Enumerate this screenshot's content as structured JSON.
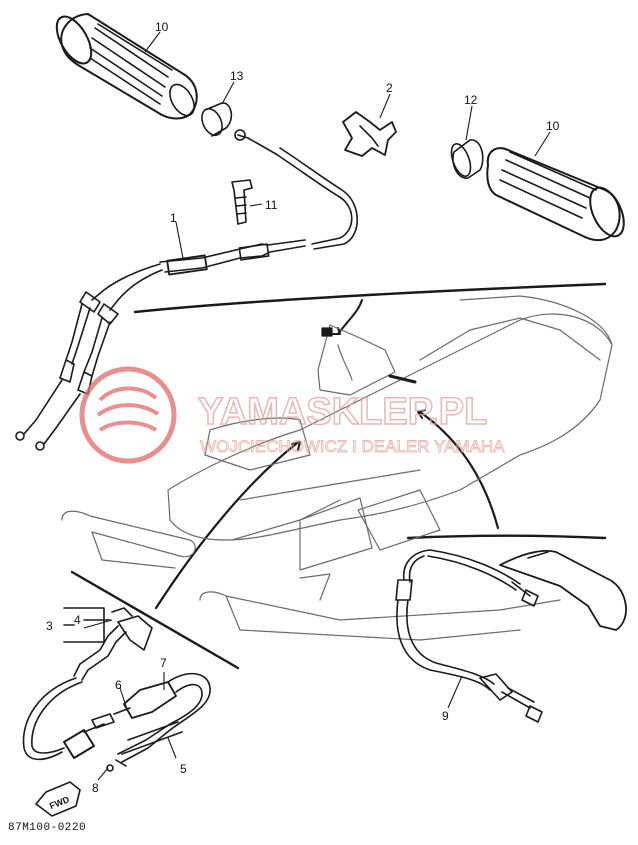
{
  "diagram": {
    "part_code": "87M100-0220",
    "fwd_label": "FWD",
    "callouts": {
      "c1": "1",
      "c2": "2",
      "c3": "3",
      "c4": "4",
      "c5": "5",
      "c6": "6",
      "c7": "7",
      "c8": "8",
      "c9": "9",
      "c10a": "10",
      "c10b": "10",
      "c11": "11",
      "c12": "12",
      "c13": "13"
    }
  },
  "watermark": {
    "title": "YAMASKLEP.PL",
    "subtitle": "WOJCIECHOWICZ I DEALER YAMAHA",
    "color": "#e36a6a"
  }
}
